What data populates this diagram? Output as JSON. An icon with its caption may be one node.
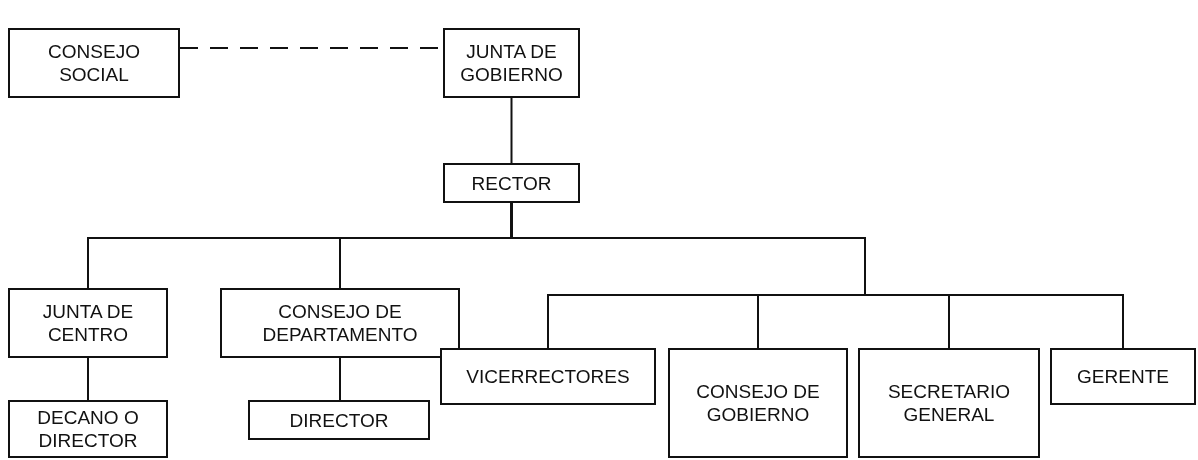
{
  "diagram": {
    "nodes": [
      {
        "text": [
          "CONSEJO SOCIAL"
        ]
      },
      {
        "text": [
          "JUNTA DE GOBIERNO"
        ]
      },
      {
        "text": [
          "RECTOR"
        ]
      },
      {
        "text": [
          "JUNTA DE CENTRO"
        ]
      },
      {
        "text": [
          "CONSEJO DE DEPARTAMENTO"
        ]
      },
      {
        "text": [
          "DECANO O DIRECTOR"
        ]
      },
      {
        "text": [
          "DIRECTOR"
        ]
      },
      {
        "text": [
          "VICERRECTORES"
        ]
      },
      {
        "text": [
          "CONSEJO DE GOBIERNO"
        ]
      },
      {
        "text": [
          "SECRETARIO GENERAL"
        ]
      },
      {
        "text": [
          "GERENTE"
        ]
      }
    ],
    "edges": [
      {
        "from": 0,
        "to": 1,
        "arrow": "none",
        "style": "dashed"
      },
      {
        "from": 1,
        "to": 2,
        "arrow": "none"
      },
      {
        "from": 2,
        "to": 3,
        "arrow": "none"
      },
      {
        "from": 2,
        "to": 4,
        "arrow": "none"
      },
      {
        "from": 2,
        "to": 7,
        "arrow": "none"
      },
      {
        "from": 2,
        "to": 8,
        "arrow": "none"
      },
      {
        "from": 2,
        "to": 9,
        "arrow": "none"
      },
      {
        "from": 2,
        "to": 10,
        "arrow": "none"
      },
      {
        "from": 3,
        "to": 5,
        "arrow": "none"
      },
      {
        "from": 4,
        "to": 6,
        "arrow": "none"
      }
    ]
  }
}
